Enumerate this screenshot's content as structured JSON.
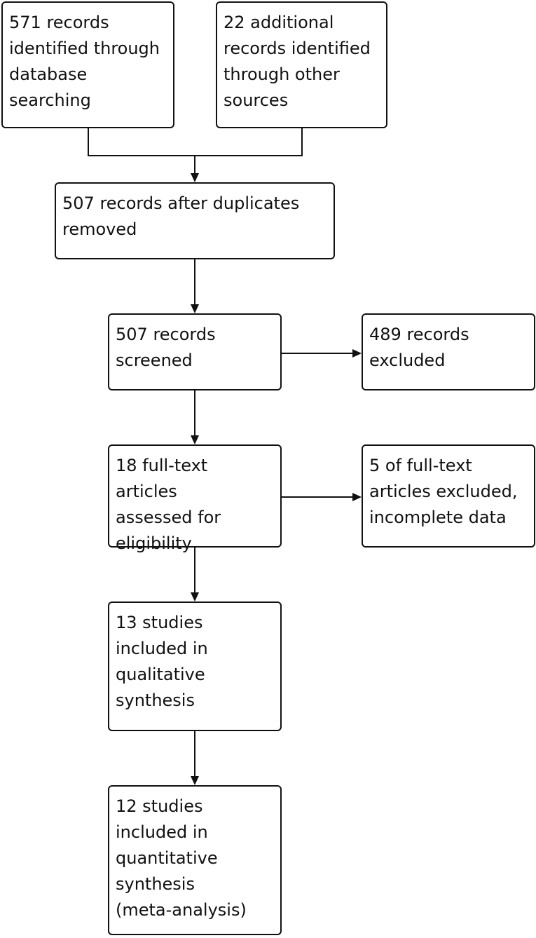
{
  "flow": {
    "database_records": "571 records\nidentified through\ndatabase\nsearching",
    "other_records": "22 additional\nrecords identified\nthrough other\nsources",
    "after_duplicates": "507 records after duplicates\nremoved",
    "screened": "507 records\nscreened",
    "excluded": "489 records\nexcluded",
    "fulltext_assessed": "18 full-text articles\nassessed for\neligibility",
    "fulltext_excluded": "5 of full-text\narticles excluded,\nincomplete data",
    "qualitative": "13 studies\nincluded in\nqualitative\nsynthesis",
    "quantitative": "12 studies\nincluded in\nquantitative\nsynthesis\n(meta-analysis)"
  }
}
